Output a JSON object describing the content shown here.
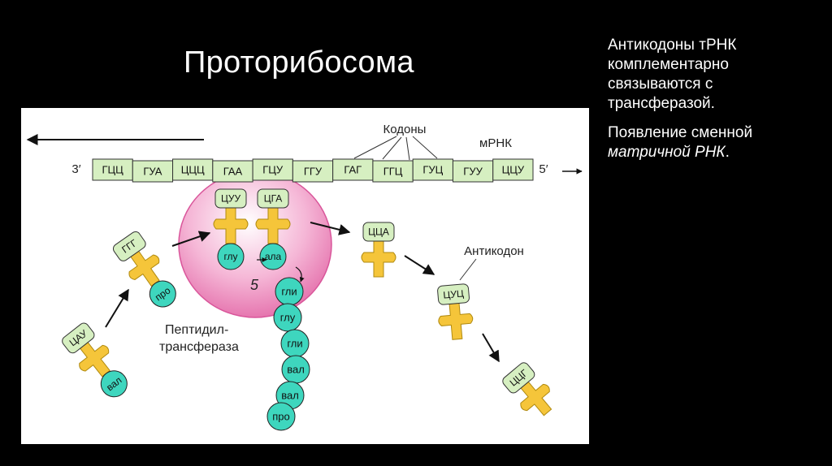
{
  "slide": {
    "title": "Проторибосома",
    "paragraph1": "Антикодоны тРНК комплементарно связываются с трансферазой.",
    "paragraph2_prefix": "Появление сменной ",
    "paragraph2_italic": "матричной РНК",
    "paragraph2_suffix": "."
  },
  "diagram": {
    "codons_label": "Кодоны",
    "mrna_label": "мРНК",
    "end_3": "3′",
    "end_5": "5′",
    "codons": [
      "ГЦЦ",
      "ГУА",
      "ЦЦЦ",
      "ГАА",
      "ГЦУ",
      "ГГУ",
      "ГАГ",
      "ГГЦ",
      "ГУЦ",
      "ГУУ",
      "ЦЦУ"
    ],
    "enzyme_label_line1": "Пептидил-",
    "enzyme_label_line2": "трансфераза",
    "anticodon_label": "Антикодон",
    "step_number": "5",
    "trnas": [
      {
        "anticodon": "ЦАУ",
        "amino": "вал"
      },
      {
        "anticodon": "ГГГ",
        "amino": "про"
      },
      {
        "anticodon": "ЦУУ",
        "amino": "глу"
      },
      {
        "anticodon": "ЦГА",
        "amino": "ала"
      },
      {
        "anticodon": "ЦЦА",
        "amino": ""
      },
      {
        "anticodon": "ЦУЦ",
        "amino": ""
      },
      {
        "anticodon": "ЦЦГ",
        "amino": ""
      }
    ],
    "chain": [
      "гли",
      "глу",
      "гли",
      "вал",
      "вал",
      "про"
    ],
    "colors": {
      "trna_yellow": "#f5c53a",
      "codon_green": "#d6efc1",
      "anticodon_green": "#d6efc1",
      "amino_teal": "#3ed6be",
      "ribosome_pink": "#f09ac4"
    }
  }
}
